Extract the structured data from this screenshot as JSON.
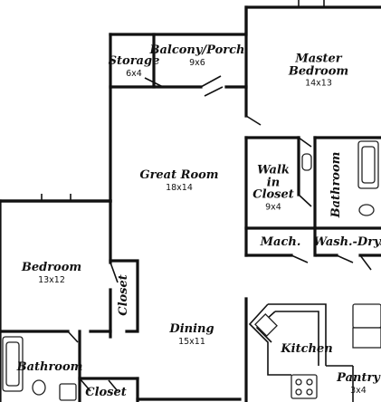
{
  "rooms": {
    "storage": {
      "name": "Storage",
      "size": "6x4"
    },
    "balcony": {
      "name": "Balcony/Porch",
      "size": "9x6"
    },
    "master": {
      "name_line1": "Master",
      "name_line2": "Bedroom",
      "size": "14x13"
    },
    "great": {
      "name": "Great Room",
      "size": "18x14"
    },
    "walkin": {
      "name_line1": "Walk",
      "name_line2": "in",
      "name_line3": "Closet",
      "size": "9x4"
    },
    "master_bath": {
      "name": "Bathroom"
    },
    "mach": {
      "name": "Mach."
    },
    "washdry": {
      "name": "Wash.-Dry."
    },
    "bedroom": {
      "name": "Bedroom",
      "size": "13x12"
    },
    "closet_side": {
      "name": "Closet"
    },
    "dining": {
      "name": "Dining",
      "size": "15x11"
    },
    "kitchen": {
      "name": "Kitchen"
    },
    "bath": {
      "name": "Bathroom"
    },
    "closet_bottom": {
      "name": "Closet"
    },
    "pantry": {
      "name": "Pantry",
      "size": "3x4"
    }
  }
}
